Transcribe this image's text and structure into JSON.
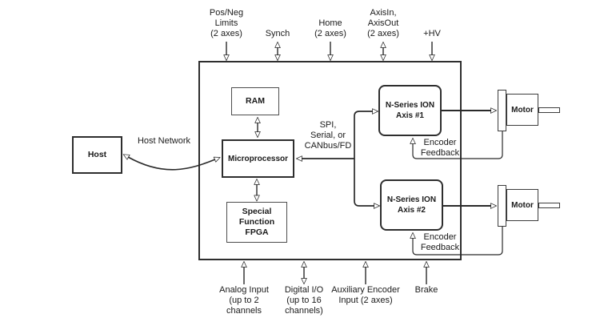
{
  "title": "Dual-axis motion controller block diagram",
  "colors": {
    "background": "#ffffff",
    "line": "#2a2a2a",
    "text": "#1a1a1a"
  },
  "blocks": {
    "host": "Host",
    "ram": "RAM",
    "microprocessor": "Microprocessor",
    "fpga": "Special\nFunction\nFPGA",
    "ion1": "N-Series ION\nAxis #1",
    "ion2": "N-Series ION\nAxis #2",
    "motor1": "Motor",
    "motor2": "Motor"
  },
  "labels": {
    "host_network": "Host Network",
    "bus": "SPI,\nSerial, or\nCANbus/FD",
    "encoder_feedback_1": "Encoder\nFeedback",
    "encoder_feedback_2": "Encoder\nFeedback"
  },
  "top_ports": [
    {
      "label": "Pos/Neg\nLimits\n(2 axes)",
      "direction": "in"
    },
    {
      "label": "Synch",
      "direction": "bidirectional"
    },
    {
      "label": "Home\n(2 axes)",
      "direction": "in"
    },
    {
      "label": "AxisIn,\nAxisOut\n(2 axes)",
      "direction": "bidirectional"
    },
    {
      "label": "+HV",
      "direction": "in"
    }
  ],
  "bottom_ports": [
    {
      "label": "Analog Input\n(up to 2\nchannels",
      "direction": "in"
    },
    {
      "label": "Digital I/O\n(up to 16\nchannels)",
      "direction": "bidirectional"
    },
    {
      "label": "Auxiliary Encoder\nInput (2 axes)",
      "direction": "in"
    },
    {
      "label": "Brake",
      "direction": "in"
    }
  ]
}
